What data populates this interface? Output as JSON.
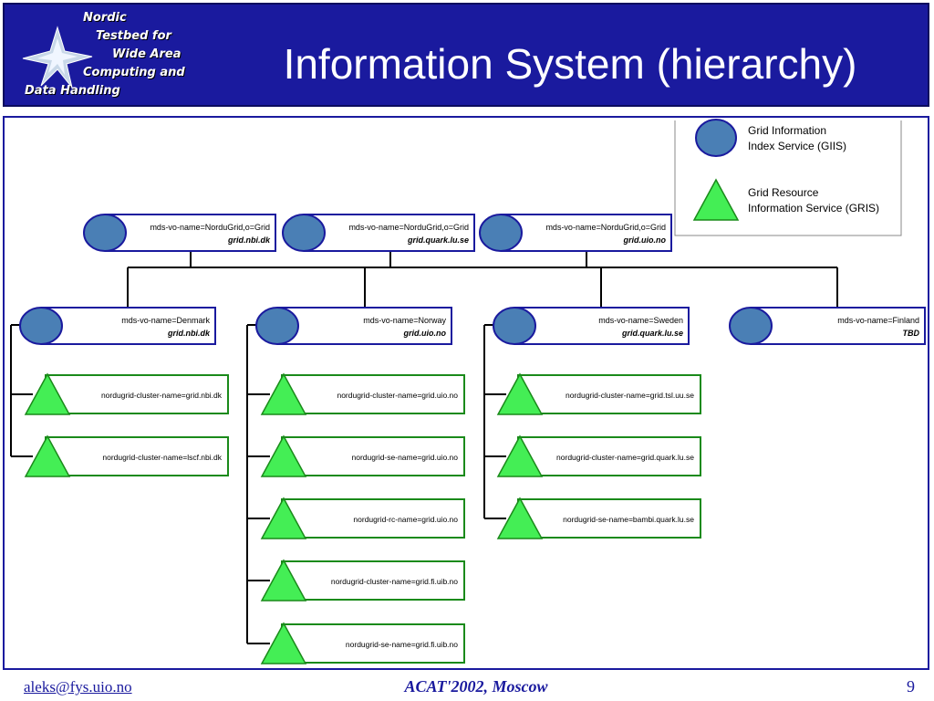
{
  "header": {
    "logo_lines": [
      "Nordic",
      "Testbed for",
      "Wide Area",
      "Computing and",
      "Data Handling"
    ],
    "title": "Information System (hierarchy)"
  },
  "legend": {
    "giis_line1": "Grid Information",
    "giis_line2": "Index Service (GIIS)",
    "gris_line1": "Grid Resource",
    "gris_line2": "Information Service (GRIS)"
  },
  "top_nodes": [
    {
      "label": "mds-vo-name=NorduGrid,o=Grid",
      "host": "grid.nbi.dk"
    },
    {
      "label": "mds-vo-name=NorduGrid,o=Grid",
      "host": "grid.quark.lu.se"
    },
    {
      "label": "mds-vo-name=NorduGrid,o=Grid",
      "host": "grid.uio.no"
    }
  ],
  "countries": [
    {
      "label": "mds-vo-name=Denmark",
      "host": "grid.nbi.dk",
      "resources": [
        "nordugrid-cluster-name=grid.nbi.dk",
        "nordugrid-cluster-name=lscf.nbi.dk"
      ]
    },
    {
      "label": "mds-vo-name=Norway",
      "host": "grid.uio.no",
      "resources": [
        "nordugrid-cluster-name=grid.uio.no",
        "nordugrid-se-name=grid.uio.no",
        "nordugrid-rc-name=grid.uio.no",
        "nordugrid-cluster-name=grid.fi.uib.no",
        "nordugrid-se-name=grid.fi.uib.no"
      ]
    },
    {
      "label": "mds-vo-name=Sweden",
      "host": "grid.quark.lu.se",
      "resources": [
        "nordugrid-cluster-name=grid.tsl.uu.se",
        "nordugrid-cluster-name=grid.quark.lu.se",
        "nordugrid-se-name=bambi.quark.lu.se"
      ]
    },
    {
      "label": "mds-vo-name=Finland",
      "host": "TBD",
      "resources": []
    }
  ],
  "colors": {
    "header_bg": "#1a1a9e",
    "giis_fill": "#4a7fb5",
    "gris_fill": "#44ee55",
    "giis_border": "#1a1a9e",
    "gris_border": "#1a8a1a"
  },
  "footer": {
    "email": "aleks@fys.uio.no",
    "conference": "ACAT'2002, Moscow",
    "page": "9"
  }
}
